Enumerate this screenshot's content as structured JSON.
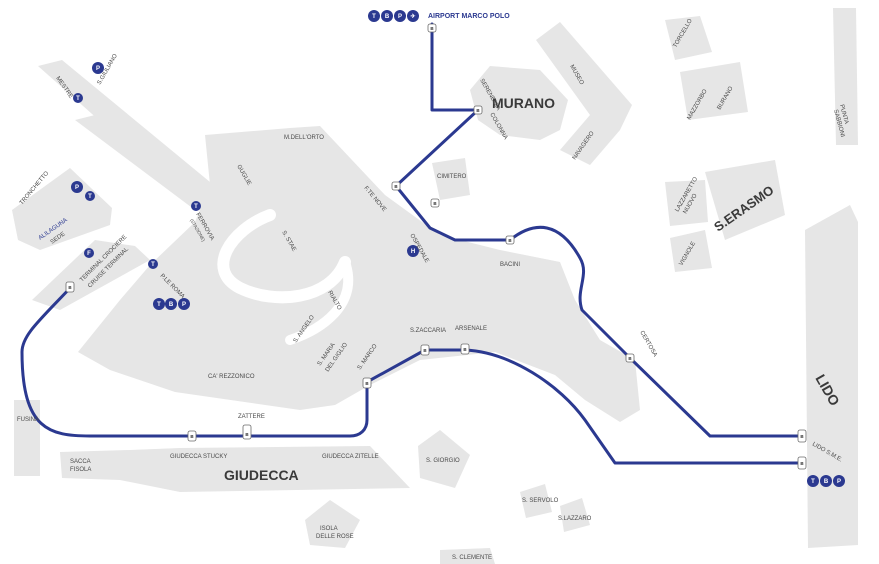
{
  "map": {
    "colors": {
      "route": "#2b3990",
      "land": "#e6e6e6",
      "water": "#ffffff",
      "icon": "#2b3990"
    },
    "islands": {
      "murano": "MURANO",
      "giudecca": "GIUDECCA",
      "lido": "LIDO",
      "serasmo": "S.ERASMO"
    },
    "airport": {
      "label": "AIRPORT MARCO POLO",
      "icons": [
        "taxi-icon",
        "bus-icon",
        "parking-icon",
        "airplane-icon"
      ]
    },
    "places": {
      "s_giuliano": "S.GIULIANO",
      "mestre": "MESTRE",
      "tronchetto": "TRONCHETTO",
      "alilaguna_line": "ALILAGUNA",
      "sede": "SEDE",
      "terminal_crociere": "TERMINAL CROCIERE",
      "cruise_terminal": "CRUISE TERMINAL",
      "ple_roma": "P.LE ROMA",
      "ferrovia": "FERROVIA",
      "ferrovia_sub": "(STAZIONE)",
      "guglie": "GUGLIE",
      "m_dellorto": "M.DELL'ORTO",
      "s_stae": "S. STAE",
      "rialto": "RIALTO",
      "s_angelo": "S. ANGELO",
      "s_maria_del_giglio_1": "S. MARIA",
      "s_maria_del_giglio_2": "DEL GIGLIO",
      "s_marco": "S. MARCO",
      "s_zaccaria": "S.ZACCARIA",
      "arsenale": "ARSENALE",
      "ca_rezzonico": "CA' REZZONICO",
      "zattere": "ZATTERE",
      "fte_nove": "F.TE NOVE",
      "cimitero": "CIMITERO",
      "ospedale": "OSPEDALE",
      "bacini": "BACINI",
      "certosa": "CERTOSA",
      "serenella": "SERENELLA",
      "colonna": "COLONNA",
      "museo": "MUSEO",
      "navagero": "NAVAGERO",
      "torcello": "TORCELLO",
      "mazzorbo": "MAZZORBO",
      "burano": "BURANO",
      "lazzaretto_1": "LAZZARETTO",
      "lazzaretto_2": "NUOVO",
      "vignole": "VIGNOLE",
      "punta_sabbioni_1": "PUNTA",
      "punta_sabbioni_2": "SABBIONI",
      "fusina": "FUSINA",
      "sacca_fisola_1": "SACCA",
      "sacca_fisola_2": "FISOLA",
      "giudecca_stucky": "GIUDECCA STUCKY",
      "giudecca_zitelle": "GIUDECCA ZITELLE",
      "s_giorgio": "S. GIORGIO",
      "s_servolo": "S. SERVOLO",
      "s_lazzaro": "S.LAZZARO",
      "isola_rose_1": "ISOLA",
      "isola_rose_2": "DELLE ROSE",
      "s_clemente": "S. CLEMENTE",
      "lido_sme": "LIDO S.M.E."
    },
    "stop_letter": "B",
    "ospedale_badge": "H",
    "icon_letters": {
      "parking": "P",
      "taxi": "T",
      "bus": "B",
      "train": "T",
      "ferry": "F",
      "plane": "✈"
    }
  }
}
